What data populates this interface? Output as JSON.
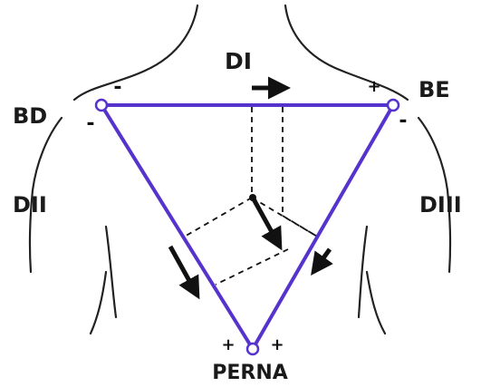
{
  "labels": {
    "lead_i": "DI",
    "lead_ii": "DII",
    "lead_iii": "DIII",
    "right_arm": "BD",
    "left_arm": "BE",
    "leg": "PERNA"
  },
  "signs": {
    "bd_top": "-",
    "bd_bottom": "-",
    "be_top": "+",
    "be_bottom": "-",
    "leg_left": "+",
    "leg_right": "+"
  },
  "colors": {
    "triangle": "#5533cc",
    "ink": "#111111"
  }
}
